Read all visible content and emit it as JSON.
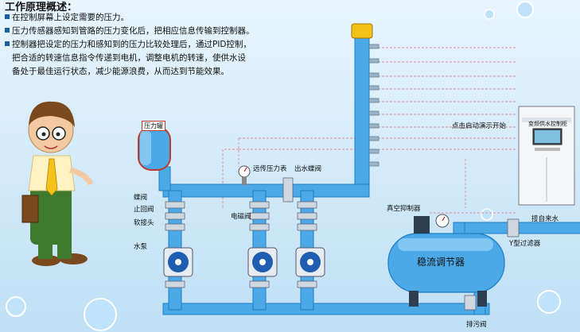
{
  "title": "工作原理概述：",
  "description": [
    "在控制屏幕上设定需要的压力。",
    "压力传感器感知到管路的压力变化后，把相应信息传输到控制器。",
    "控制器把设定的压力和感知到的压力比较处理后，通过PID控制，",
    "把合适的转速信息指令传递到电机，调整电机的转速，使供水设",
    "备处于最佳运行状态，减少能源浪费，从而达到节能效果。"
  ],
  "labels": {
    "pressure_tank": "压力罐",
    "butterfly_valve": "蝶阀",
    "check_valve": "止回阀",
    "soft_joint": "软接头",
    "pump": "水泵",
    "solenoid_valve": "电磁阀",
    "remote_gauge": "远传压力表",
    "outlet_butterfly_valve": "出水蝶阀",
    "demo_start": "点击启动演示开始",
    "control_cabinet": "变频供水控制柜",
    "vacuum_suppressor": "真空抑制器",
    "municipal_inlet": "接自来水",
    "y_filter": "Y型过滤器",
    "stabilizer_tank": "稳流调节器",
    "drain_valve": "排污阀"
  },
  "colors": {
    "pipe": "#4aa9e6",
    "pipe_dark": "#1f7fc6",
    "signal_line": "#e08a9a",
    "background": "#cfe8f8"
  }
}
